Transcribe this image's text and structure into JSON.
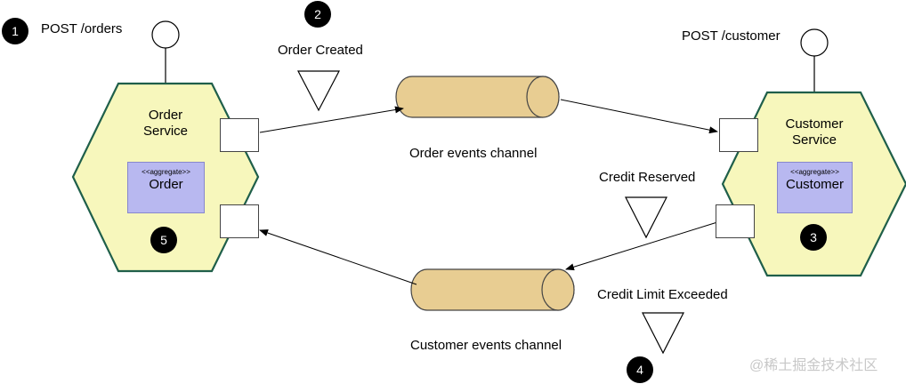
{
  "labels": {
    "post_orders": "POST /orders",
    "post_customer": "POST /customer",
    "order_created": "Order Created",
    "order_events_channel": "Order events channel",
    "credit_reserved": "Credit Reserved",
    "credit_limit_exceeded": "Credit Limit Exceeded",
    "customer_events_channel": "Customer events channel"
  },
  "order_service": {
    "title": "Order Service",
    "aggregate_stereotype": "<<aggregate>>",
    "aggregate_name": "Order"
  },
  "customer_service": {
    "title": "Customer Service",
    "aggregate_stereotype": "<<aggregate>>",
    "aggregate_name": "Customer"
  },
  "steps": [
    "1",
    "2",
    "3",
    "4",
    "5"
  ],
  "watermark": "@稀土掘金技术社区",
  "colors": {
    "hexagon_fill": "#f7f7bc",
    "hexagon_stroke": "#1f5f4a",
    "channel_fill": "#e8cd92",
    "aggregate_fill": "#b8b8f0"
  }
}
